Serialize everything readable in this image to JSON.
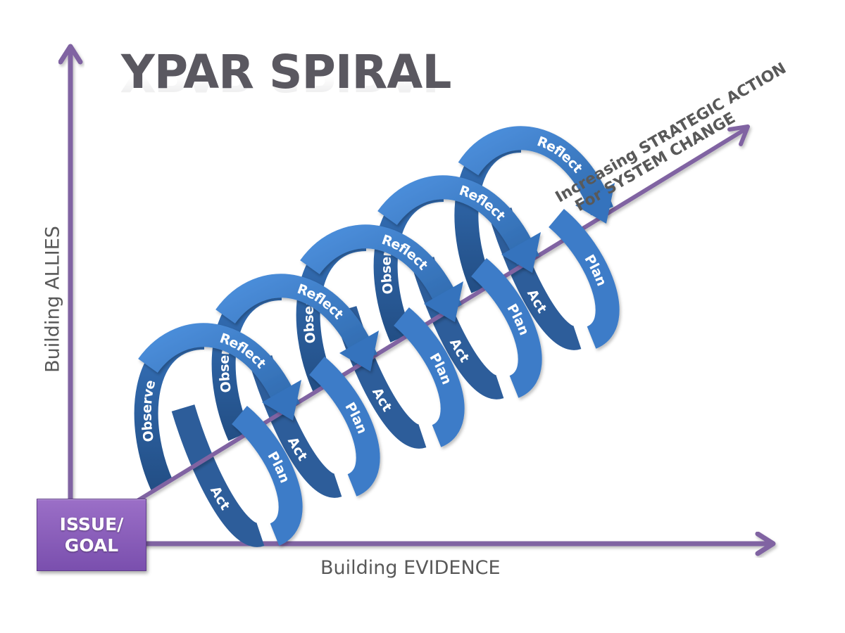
{
  "title": "YPAR SPIRAL",
  "axes": {
    "y_label": "Building ALLIES",
    "x_label": "Building EVIDENCE",
    "diagonal_label_line1": "Increasing STRATEGIC ACTION",
    "diagonal_label_line2": "For SYSTEM CHANGE"
  },
  "origin_box": {
    "line1": "ISSUE/",
    "line2": "GOAL"
  },
  "cycle_steps": [
    "Observe",
    "Reflect",
    "Plan",
    "Act"
  ],
  "loops": [
    {
      "observe": "Observe",
      "reflect": "Reflect",
      "plan": "Plan",
      "act": "Act"
    },
    {
      "observe": "Observe",
      "reflect": "Reflect",
      "plan": "Plan",
      "act": "Act"
    },
    {
      "observe": "Observe",
      "reflect": "Reflect",
      "plan": "Plan",
      "act": "Act"
    },
    {
      "observe": "Observe",
      "reflect": "Reflect",
      "plan": "Plan",
      "act": "Act"
    },
    {
      "observe": "",
      "reflect": "Reflect",
      "plan": "Plan",
      "act": "Act"
    }
  ],
  "colors": {
    "axis": "#8064a2",
    "ribbon_light": "#4a8ad8",
    "ribbon_dark": "#2a5a94",
    "box": "#8a5cbb",
    "text_gray": "#595959"
  }
}
